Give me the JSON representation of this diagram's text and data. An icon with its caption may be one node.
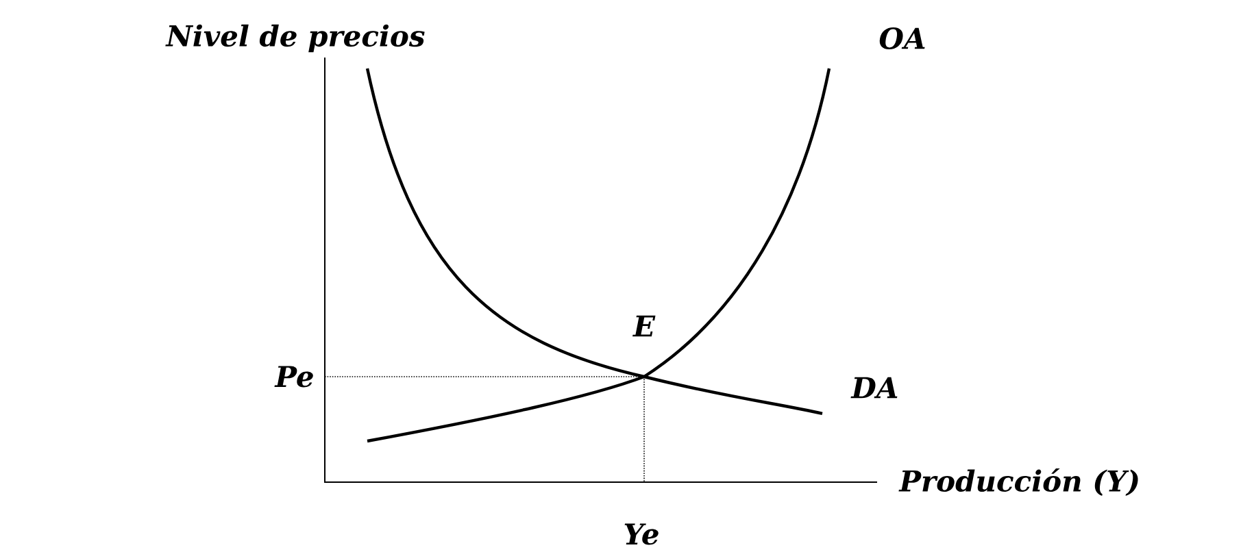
{
  "diagram": {
    "labels": [
      "Nivel de precios",
      "OA",
      "E",
      "Pe",
      "DA",
      "Producción (Y)",
      "Ye"
    ]
  }
}
